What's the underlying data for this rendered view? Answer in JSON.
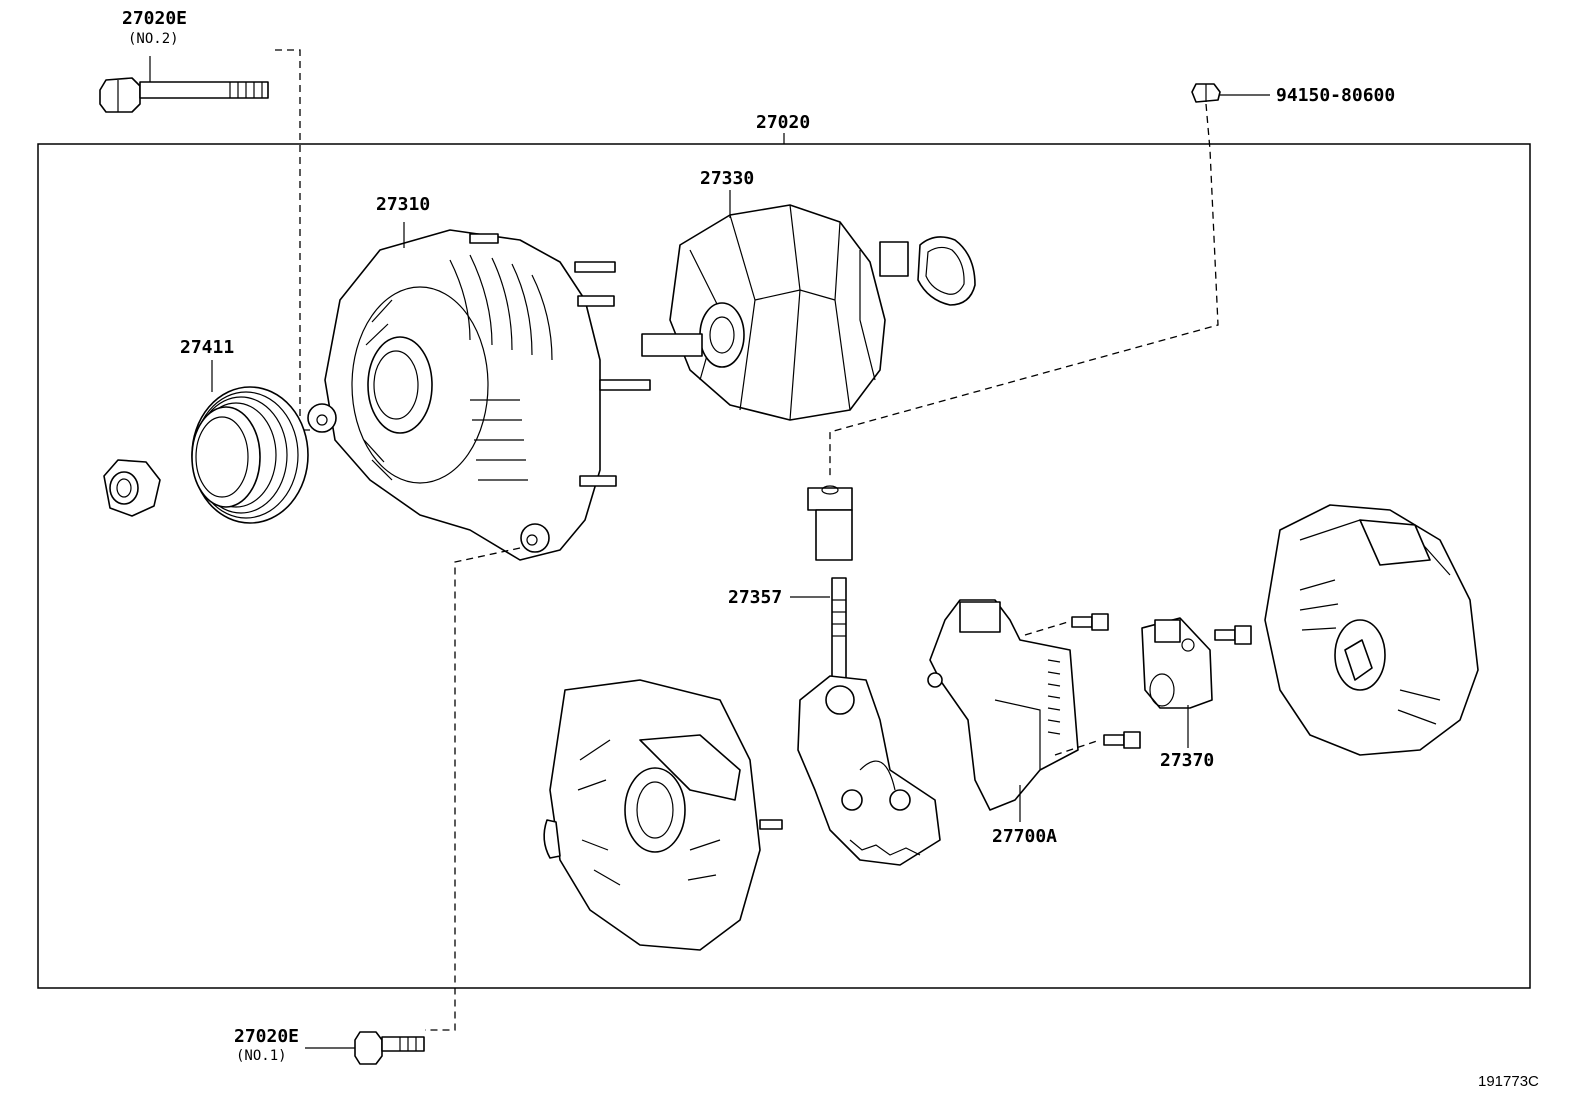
{
  "labels": {
    "assembly": "27020",
    "bolt_top": "27020E",
    "bolt_top_note": "(NO.2)",
    "bolt_bottom": "27020E",
    "bolt_bottom_note": "(NO.1)",
    "nut_top": "94150-80600",
    "frame": "27310",
    "rotor": "27330",
    "pulley": "27411",
    "terminal": "27357",
    "regulator": "27700A",
    "brush_holder": "27370"
  },
  "diagram_code": "191773C"
}
